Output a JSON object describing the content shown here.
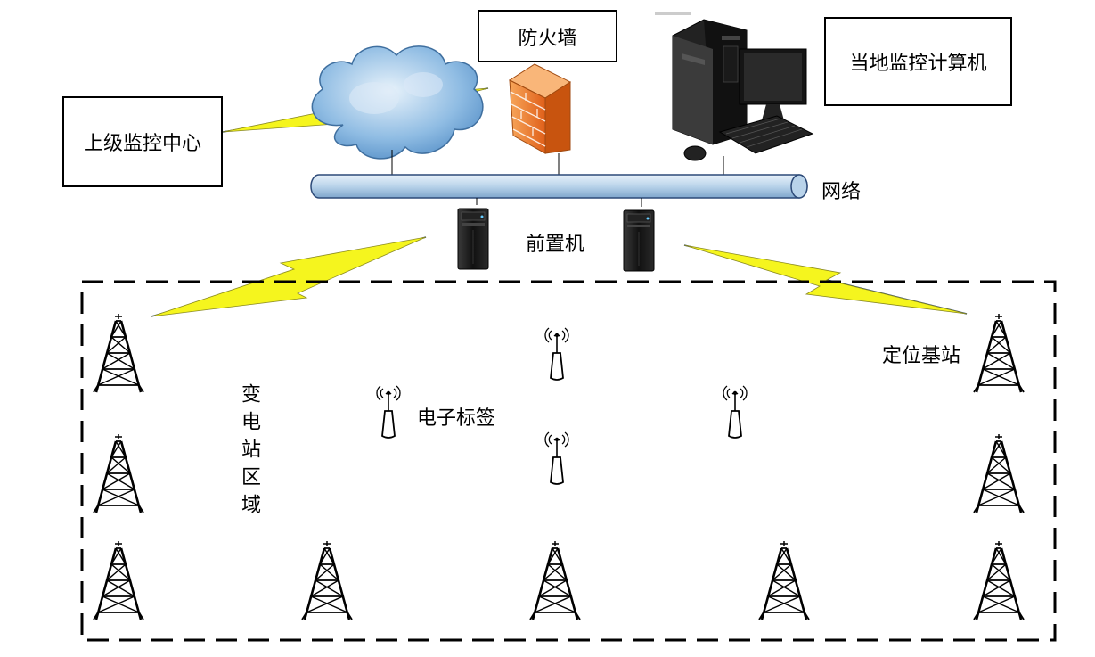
{
  "labels": {
    "superior_center": "上级监控中心",
    "firewall": "防火墙",
    "local_computer": "当地监控计算机",
    "network": "网络",
    "front_end": "前置机",
    "positioning_station": "定位基站",
    "electronic_tag": "电子标签",
    "substation_area": "变电站区域"
  },
  "colors": {
    "lightning_fill": "#f5f51e",
    "link_line": "#2d4a78",
    "bus_fill": "#c6dbee",
    "bus_stroke": "#2d4a78",
    "firewall": "#f07a1e",
    "cloud": "#7fb0dd"
  }
}
